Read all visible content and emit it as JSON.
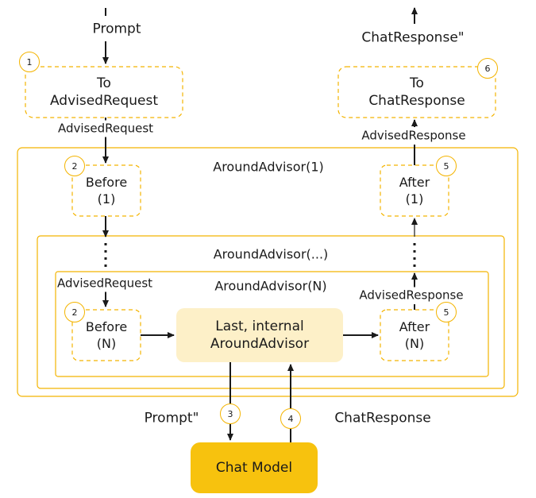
{
  "labels": {
    "prompt_top": "Prompt",
    "advised_request_1": "AdvisedRequest",
    "advised_request_2": "AdvisedRequest",
    "prompt_bottom": "Prompt\"",
    "chat_response_top": "ChatResponse\"",
    "advised_response_1": "AdvisedResponse",
    "advised_response_2": "AdvisedResponse",
    "chat_response_bottom": "ChatResponse"
  },
  "containers": {
    "outer": "AroundAdvisor(1)",
    "middle": "AroundAdvisor(...)",
    "inner": "AroundAdvisor(N)"
  },
  "boxes": {
    "to_advised_request": [
      "To",
      "AdvisedRequest"
    ],
    "to_chat_response": [
      "To",
      "ChatResponse"
    ],
    "before_1": [
      "Before",
      "(1)"
    ],
    "after_1": [
      "After",
      "(1)"
    ],
    "before_n": [
      "Before",
      "(N)"
    ],
    "after_n": [
      "After",
      "(N)"
    ],
    "last_internal": [
      "Last, internal",
      "AroundAdvisor"
    ],
    "chat_model": "Chat Model"
  },
  "steps": {
    "s1": "1",
    "s2a": "2",
    "s2b": "2",
    "s3": "3",
    "s4": "4",
    "s5a": "5",
    "s5b": "5",
    "s6": "6"
  },
  "colors": {
    "accent": "#f4b400",
    "model_fill": "#f7c20e",
    "internal_fill": "#fdf0c8",
    "line": "#1a1a1a"
  }
}
